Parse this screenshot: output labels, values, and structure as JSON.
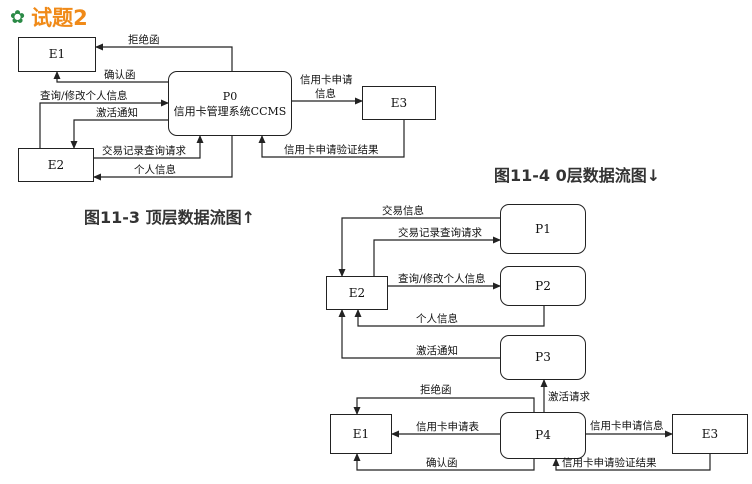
{
  "title": "试题2",
  "top_diagram": {
    "caption": "图11-3 顶层数据流图↑",
    "entities": {
      "e1": "E1",
      "e2": "E2",
      "e3": "E3"
    },
    "process": {
      "id": "P0",
      "name": "信用卡管理系统CCMS"
    },
    "flows": {
      "reject": "拒绝函",
      "confirm": "确认函",
      "query_modify": "查询/修改个人信息",
      "activation": "激活通知",
      "txn_query": "交易记录查询请求",
      "personal_info": "个人信息",
      "apply_line1": "信用卡申请",
      "apply_line2": "信息",
      "verify_result": "信用卡申请验证结果"
    }
  },
  "level0_diagram": {
    "caption": "图11-4  0层数据流图↓",
    "entities": {
      "e1": "E1",
      "e2": "E2",
      "e3": "E3"
    },
    "processes": {
      "p1": "P1",
      "p2": "P2",
      "p3": "P3",
      "p4": "P4"
    },
    "flows": {
      "txn_info": "交易信息",
      "txn_query": "交易记录查询请求",
      "query_modify": "查询/修改个人信息",
      "personal_info": "个人信息",
      "activation": "激活通知",
      "activation_req": "激活请求",
      "reject": "拒绝函",
      "apply_form": "信用卡申请表",
      "confirm": "确认函",
      "apply_info": "信用卡申请信息",
      "verify_result": "信用卡申请验证结果"
    }
  }
}
